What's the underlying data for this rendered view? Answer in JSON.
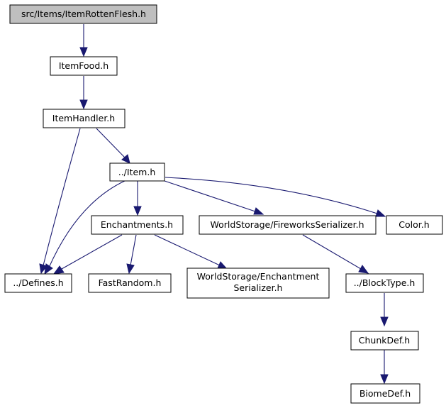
{
  "graph": {
    "colors": {
      "edge": "#191970",
      "root_fill": "#bfbfbf",
      "node_fill": "#ffffff",
      "border": "#000000"
    },
    "nodes": {
      "rotten_flesh": {
        "lines": [
          "src/Items/ItemRottenFlesh.h"
        ]
      },
      "item_food": {
        "lines": [
          "ItemFood.h"
        ]
      },
      "item_handler": {
        "lines": [
          "ItemHandler.h"
        ]
      },
      "item": {
        "lines": [
          "../Item.h"
        ]
      },
      "defines": {
        "lines": [
          "../Defines.h"
        ]
      },
      "enchantments": {
        "lines": [
          "Enchantments.h"
        ]
      },
      "fireworks_serializer": {
        "lines": [
          "WorldStorage/FireworksSerializer.h"
        ]
      },
      "color": {
        "lines": [
          "Color.h"
        ]
      },
      "fast_random": {
        "lines": [
          "FastRandom.h"
        ]
      },
      "enchantment_serializer": {
        "lines": [
          "WorldStorage/Enchantment",
          "Serializer.h"
        ]
      },
      "block_type": {
        "lines": [
          "../BlockType.h"
        ]
      },
      "chunk_def": {
        "lines": [
          "ChunkDef.h"
        ]
      },
      "biome_def": {
        "lines": [
          "BiomeDef.h"
        ]
      }
    }
  }
}
